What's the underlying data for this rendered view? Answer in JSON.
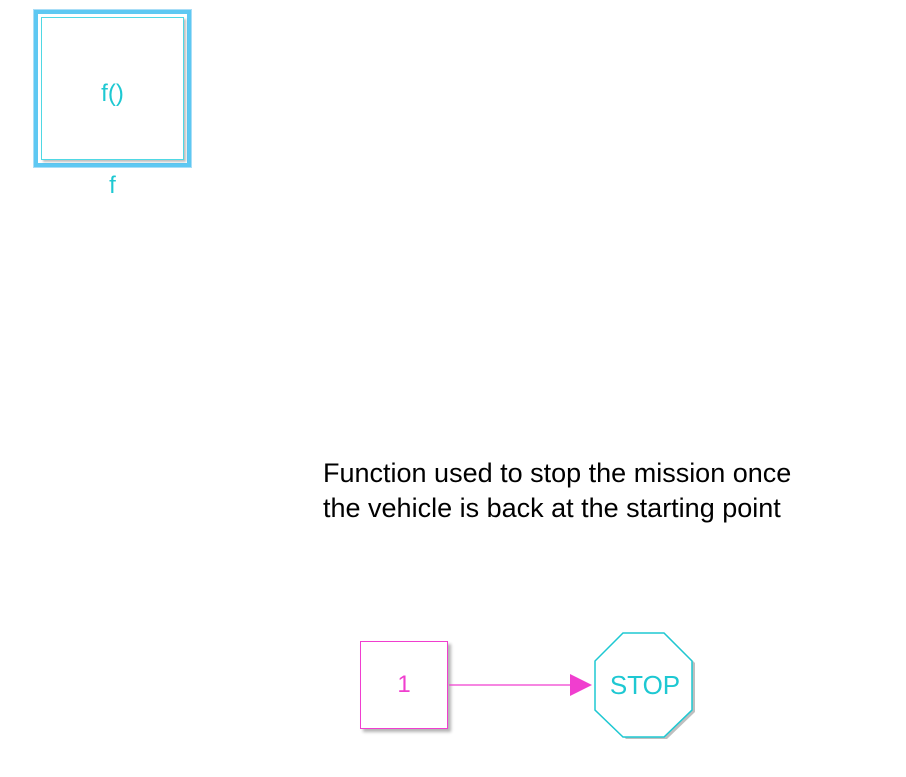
{
  "function_block": {
    "label": "f()",
    "name": "f"
  },
  "annotation": {
    "line1": "Function used to stop the mission once",
    "line2": "the vehicle is back at the starting point"
  },
  "constant_block": {
    "value": "1"
  },
  "stop_block": {
    "label": "STOP"
  },
  "colors": {
    "selection": "#5ec8f2",
    "cyan_text": "#1ec8d2",
    "magenta_signal": "#f03ecf"
  }
}
